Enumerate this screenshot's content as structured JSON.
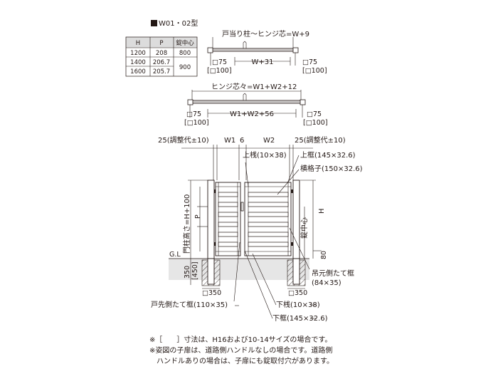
{
  "header": {
    "title": "W01・02型"
  },
  "table": {
    "headers": [
      "H",
      "P",
      "錠中心"
    ],
    "rows": [
      {
        "h": "1200",
        "p": "208",
        "lock": "800"
      },
      {
        "h": "1400",
        "p": "206.7",
        "lock": "900"
      },
      {
        "h": "1600",
        "p": "205.7",
        "lock": ""
      }
    ]
  },
  "plan1": {
    "title": "戸当り柱～ヒンジ芯=W+9",
    "center": "W+31",
    "left_size": "□75",
    "left_size_alt": "[□100]",
    "right_size": "□75",
    "right_size_alt": "[□100]"
  },
  "plan2": {
    "title": "ヒンジ芯々=W1+W2+12",
    "center": "W1+W2+56",
    "left_size": "□75",
    "left_size_alt": "[□100]",
    "right_size": "□75",
    "right_size_alt": "[□100]"
  },
  "elevation": {
    "adj_left": "25(調整代±10)",
    "adj_right": "25(調整代±10)",
    "w1": "W1",
    "gap": "6",
    "w2": "W2",
    "post_height": "門柱高さ=H+100",
    "p_label": "P",
    "h_label": "H",
    "lock_center": "錠中心",
    "bottom_gap": "80",
    "gl": "G.L",
    "depth": "350",
    "depth_alt": "[450]",
    "footing_left": "□350",
    "footing_right": "□350"
  },
  "callouts": {
    "top_rail_small": "上桟(10×38)",
    "top_frame": "上框(145×32.6)",
    "horizontal_slat": "横格子(150×32.6)",
    "hinge_frame": "吊元側たて框",
    "hinge_frame_size": "(84×35)",
    "latch_frame": "戸先側たて框(110×35)",
    "bottom_rail_small": "下桟(10×38)",
    "bottom_frame": "下框(145×32.6)"
  },
  "notes": [
    "※［　　］寸法は、H16および10-14サイズの場合です。",
    "※姿図の子扉は、道路側ハンドルなしの場合です。道路側",
    "　ハンドルありの場合は、子扉にも錠取付穴があります。"
  ]
}
